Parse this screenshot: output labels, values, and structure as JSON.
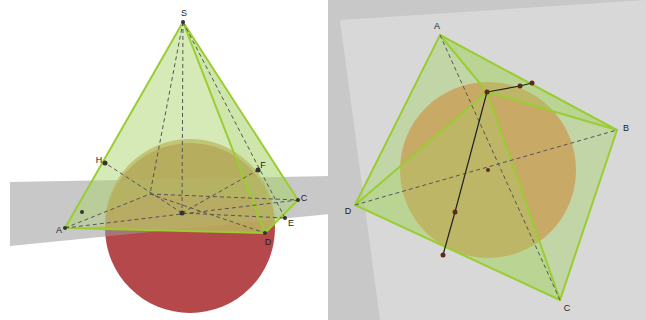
{
  "diagram": {
    "labels": [
      "S",
      "H",
      "A",
      "F",
      "C",
      "E",
      "D",
      "A",
      "B",
      "D",
      "C"
    ]
  }
}
